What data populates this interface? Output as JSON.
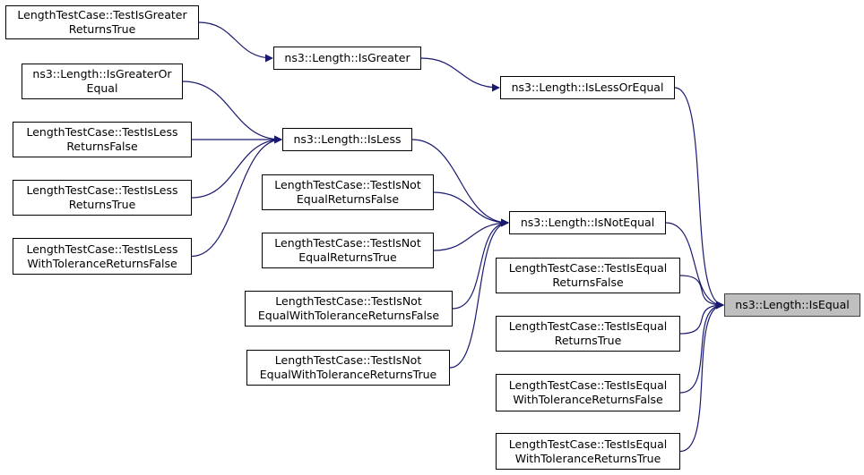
{
  "graph": {
    "edge_color": "#191970",
    "focus_fill": "#bfbfbf",
    "nodes": {
      "isequal": {
        "lines": [
          "ns3::Length::IsEqual"
        ]
      },
      "islessorequal": {
        "lines": [
          "ns3::Length::IsLessOrEqual"
        ]
      },
      "isgreater": {
        "lines": [
          "ns3::Length::IsGreater"
        ]
      },
      "testisgreater_true": {
        "lines": [
          "LengthTestCase::TestIsGreater",
          "ReturnsTrue"
        ]
      },
      "isgreaterorequal": {
        "lines": [
          "ns3::Length::IsGreaterOr",
          "Equal"
        ]
      },
      "isless": {
        "lines": [
          "ns3::Length::IsLess"
        ]
      },
      "testisless_false": {
        "lines": [
          "LengthTestCase::TestIsLess",
          "ReturnsFalse"
        ]
      },
      "testisless_true": {
        "lines": [
          "LengthTestCase::TestIsLess",
          "ReturnsTrue"
        ]
      },
      "testisless_tol_false": {
        "lines": [
          "LengthTestCase::TestIsLess",
          "WithToleranceReturnsFalse"
        ]
      },
      "isnotequal": {
        "lines": [
          "ns3::Length::IsNotEqual"
        ]
      },
      "testisnotequal_false": {
        "lines": [
          "LengthTestCase::TestIsNot",
          "EqualReturnsFalse"
        ]
      },
      "testisnotequal_true": {
        "lines": [
          "LengthTestCase::TestIsNot",
          "EqualReturnsTrue"
        ]
      },
      "testisnotequal_tol_false": {
        "lines": [
          "LengthTestCase::TestIsNot",
          "EqualWithToleranceReturnsFalse"
        ]
      },
      "testisnotequal_tol_true": {
        "lines": [
          "LengthTestCase::TestIsNot",
          "EqualWithToleranceReturnsTrue"
        ]
      },
      "testisequal_false": {
        "lines": [
          "LengthTestCase::TestIsEqual",
          "ReturnsFalse"
        ]
      },
      "testisequal_true": {
        "lines": [
          "LengthTestCase::TestIsEqual",
          "ReturnsTrue"
        ]
      },
      "testisequal_tol_false": {
        "lines": [
          "LengthTestCase::TestIsEqual",
          "WithToleranceReturnsFalse"
        ]
      },
      "testisequal_tol_true": {
        "lines": [
          "LengthTestCase::TestIsEqual",
          "WithToleranceReturnsTrue"
        ]
      }
    },
    "edges": [
      [
        "testisgreater_true",
        "isgreater"
      ],
      [
        "isgreater",
        "islessorequal"
      ],
      [
        "islessorequal",
        "isequal"
      ],
      [
        "isgreaterorequal",
        "isless"
      ],
      [
        "testisless_false",
        "isless"
      ],
      [
        "testisless_true",
        "isless"
      ],
      [
        "testisless_tol_false",
        "isless"
      ],
      [
        "isless",
        "isnotequal"
      ],
      [
        "testisnotequal_false",
        "isnotequal"
      ],
      [
        "testisnotequal_true",
        "isnotequal"
      ],
      [
        "testisnotequal_tol_false",
        "isnotequal"
      ],
      [
        "testisnotequal_tol_true",
        "isnotequal"
      ],
      [
        "isnotequal",
        "isequal"
      ],
      [
        "testisequal_false",
        "isequal"
      ],
      [
        "testisequal_true",
        "isequal"
      ],
      [
        "testisequal_tol_false",
        "isequal"
      ],
      [
        "testisequal_tol_true",
        "isequal"
      ]
    ]
  }
}
